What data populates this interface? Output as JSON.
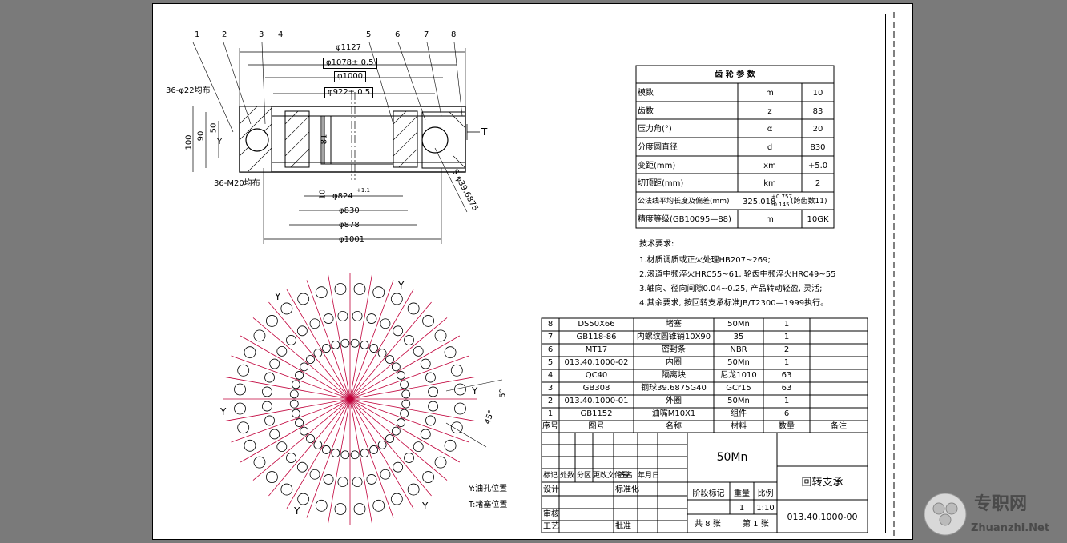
{
  "balloons": [
    "1",
    "2",
    "3",
    "4",
    "5",
    "6",
    "7",
    "8"
  ],
  "dimensions": {
    "d1127": "φ1127",
    "d1078": "φ1078± 0.5",
    "d1000": "φ1000",
    "d922": "φ922± 0.5",
    "holes22": "36-φ22均布",
    "holesM20": "36-M20均布",
    "h50": "50",
    "h90": "90",
    "h100": "100",
    "h81": "81",
    "h10": "10",
    "d824": "φ824",
    "d824tol": "+1.1",
    "d830": "φ830",
    "d878": "φ878",
    "d1001": "φ1001",
    "ball": "S φ39.6875",
    "Y": "Y",
    "T": "T"
  },
  "gear_table": {
    "title": "齿 轮 参 数",
    "rows": [
      [
        "模数",
        "m",
        "10"
      ],
      [
        "齿数",
        "z",
        "83"
      ],
      [
        "压力角(°)",
        "α",
        "20"
      ],
      [
        "分度圆直径",
        "d",
        "830"
      ],
      [
        "变距(mm)",
        "xm",
        "+5.0"
      ],
      [
        "切顶距(mm)",
        "km",
        "2"
      ],
      [
        "公法线平均长度及偏差(mm)",
        "325.018",
        "跨齿数11"
      ],
      [
        "精度等级(GB10095—88)",
        "m",
        "10GK"
      ]
    ],
    "wk_upper": "+0.757",
    "wk_lower": "-0.145"
  },
  "tech": {
    "title": "技术要求:",
    "items": [
      "1.材质调质或正火处理HB207~269;",
      "2.滚道中频淬火HRC55~61, 轮齿中频淬火HRC49~55",
      "3.轴向、径向间隙0.04~0.25, 产品转动轻盈, 灵活;",
      "4.其余要求, 按回转支承标准JB/T2300—1999执行。"
    ]
  },
  "bom": {
    "rows": [
      [
        "8",
        "DS50X66",
        "堵塞",
        "50Mn",
        "1",
        ""
      ],
      [
        "7",
        "GB118-86",
        "内螺纹圆锥销10X90",
        "35",
        "1",
        ""
      ],
      [
        "6",
        "MT17",
        "密封条",
        "NBR",
        "2",
        ""
      ],
      [
        "5",
        "013.40.1000-02",
        "内圈",
        "50Mn",
        "1",
        ""
      ],
      [
        "4",
        "QC40",
        "隔离块",
        "尼龙1010",
        "63",
        ""
      ],
      [
        "3",
        "GB308",
        "钢球39.6875G40",
        "GCr15",
        "63",
        ""
      ],
      [
        "2",
        "013.40.1000-01",
        "外圈",
        "50Mn",
        "1",
        ""
      ],
      [
        "1",
        "GB1152",
        "油嘴M10X1",
        "组件",
        "6",
        ""
      ]
    ],
    "header": [
      "序号",
      "图号",
      "名称",
      "材料",
      "数量",
      "备注"
    ]
  },
  "title_block": {
    "material": "50Mn",
    "part_name": "回转支承",
    "drawing_no": "013.40.1000-00",
    "stage_mark": "阶段标记",
    "weight": "重量",
    "scale_label": "比例",
    "qty": "1",
    "scale": "1:10",
    "sheets_total": "共 8 张",
    "sheet_no": "第 1 张",
    "row_labels": [
      "标记",
      "处数",
      "分区",
      "更改文件号",
      "签名",
      "年月日"
    ],
    "design": "设计",
    "standard": "标准化",
    "review": "审核",
    "process": "工艺",
    "approve": "批准"
  },
  "plan_view": {
    "y_marks": [
      "Y",
      "Y",
      "Y",
      "Y",
      "Y",
      "Y"
    ],
    "angle5": "5°",
    "angle45": "45°",
    "legend_y": "Y:油孔位置",
    "legend_t": "T:堵塞位置"
  },
  "watermark": {
    "cn": "专职网",
    "en": "Zhuanzhi.Net"
  }
}
